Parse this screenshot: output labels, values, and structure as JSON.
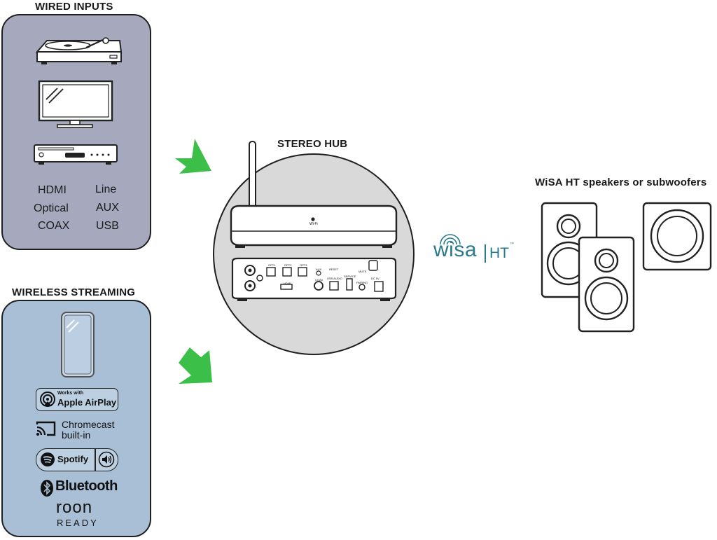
{
  "wired": {
    "heading": "WIRED INPUTS",
    "inputs_left": [
      "HDMI",
      "Optical",
      "COAX"
    ],
    "inputs_right": [
      "Line",
      "AUX",
      "USB"
    ]
  },
  "wireless": {
    "heading": "WIRELESS STREAMING",
    "airplay_small": "Works with",
    "airplay_big": "Apple AirPlay",
    "chromecast_line1": "Chromecast",
    "chromecast_line2": "built-in",
    "spotify": "Spotify",
    "bluetooth": "Bluetooth",
    "roon_line1": "roon",
    "roon_line2": "READY"
  },
  "hub": {
    "heading": "STEREO HUB",
    "front_label": "Wi-Fi",
    "rear_labels": [
      "OPT1",
      "OPT2",
      "OPT3",
      "AUX",
      "RESET",
      "HDMI",
      "COAX",
      "USB AUDIO",
      "SERVICE",
      "PAIRING",
      "MUTE",
      "DC 5V"
    ]
  },
  "wisa": {
    "logo_main": "wisa",
    "logo_suffix": "HT",
    "logo_tm": "™"
  },
  "speakers": {
    "heading": "WiSA HT speakers or subwoofers"
  },
  "colors": {
    "wired_panel": "#a6a9bd",
    "wireless_panel": "#a9bfd6",
    "arrow_green": "#3cbf48",
    "hub_circle": "#d9d9d9",
    "wisa_teal": "#2a7a8c"
  }
}
